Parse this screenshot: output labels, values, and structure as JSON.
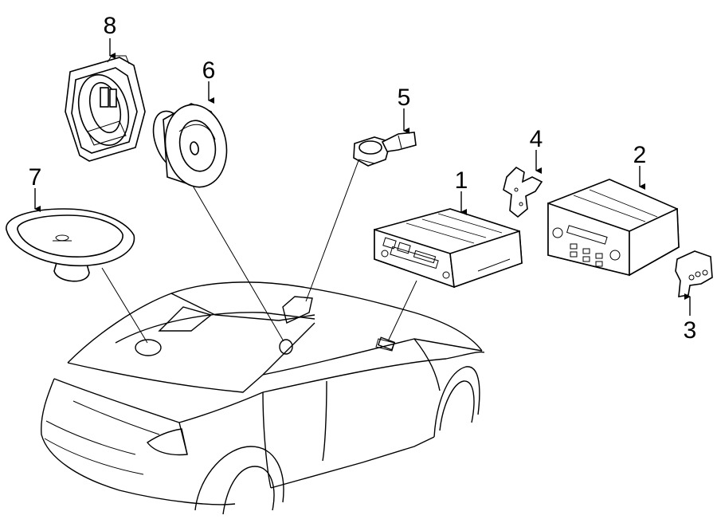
{
  "callouts": {
    "radio_cassette": "1",
    "radio_cd_unit": "2",
    "bracket_right": "3",
    "bracket_left": "4",
    "tweeter": "5",
    "door_speaker": "6",
    "rear_speaker": "7",
    "speaker_enclosure": "8"
  }
}
